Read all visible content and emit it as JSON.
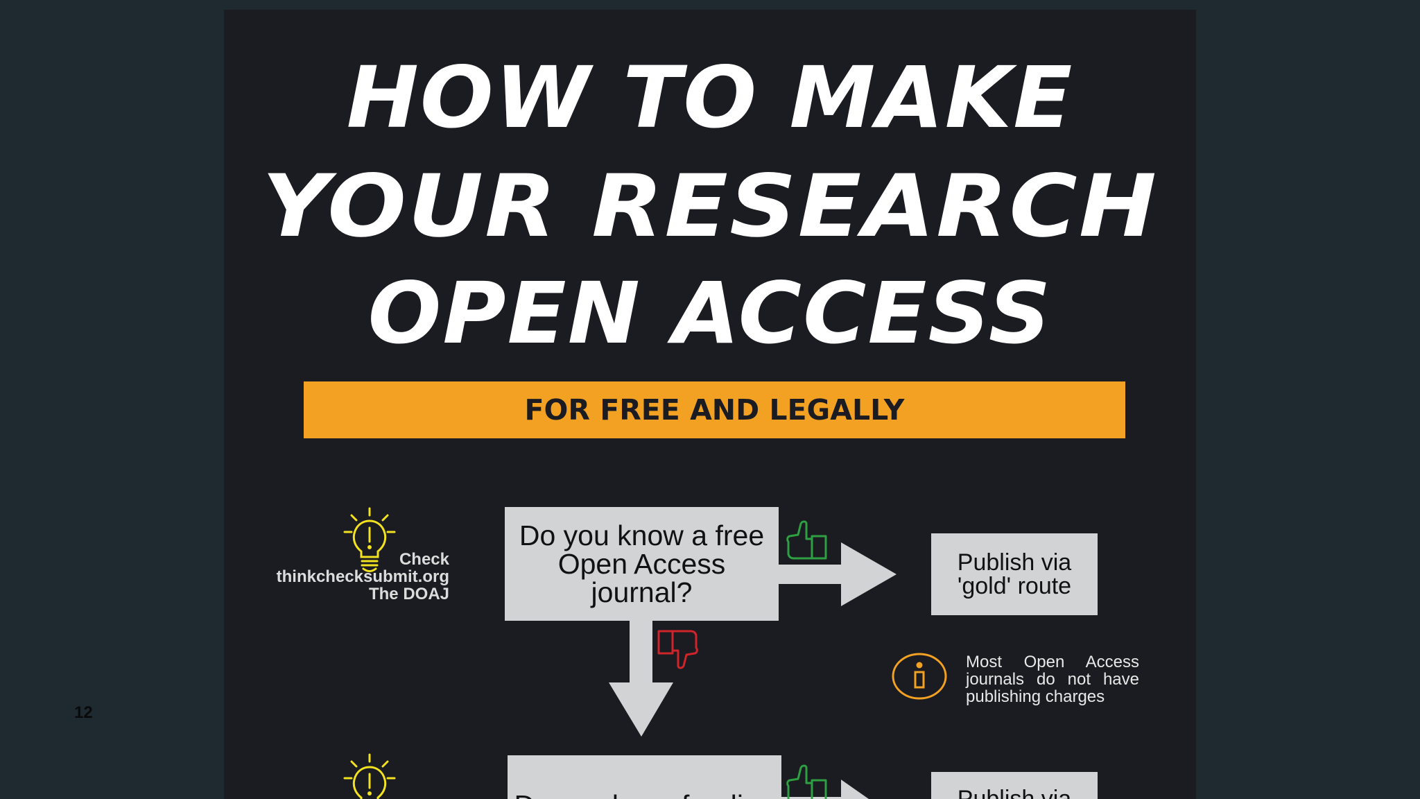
{
  "slide": {
    "number": "12"
  },
  "poster": {
    "title_lines": [
      "HOW TO MAKE",
      "YOUR RESEARCH",
      "OPEN ACCESS"
    ],
    "subtitle": "FOR FREE AND LEGALLY",
    "flow": {
      "question_1": [
        "Do you know a free",
        "Open Access",
        "journal?"
      ],
      "result_1": [
        "Publish via",
        "'gold' route"
      ],
      "question_2": "Do you have funding",
      "result_2": "Publish via",
      "tip_1": [
        "Check",
        "thinkchecksubmit.org",
        "The DOAJ"
      ],
      "info_note": "Most Open Access journals do not have publishing charges"
    },
    "colors": {
      "background": "#1b1c21",
      "banner": "#f3a122",
      "box": "#d2d3d5",
      "yes": "#2ea043",
      "no": "#d0242b",
      "tip_icon": "#f2e21f",
      "info_icon": "#f3a122"
    },
    "icons": [
      "lightbulb-icon",
      "thumbs-up-icon",
      "thumbs-down-icon",
      "info-icon"
    ]
  }
}
